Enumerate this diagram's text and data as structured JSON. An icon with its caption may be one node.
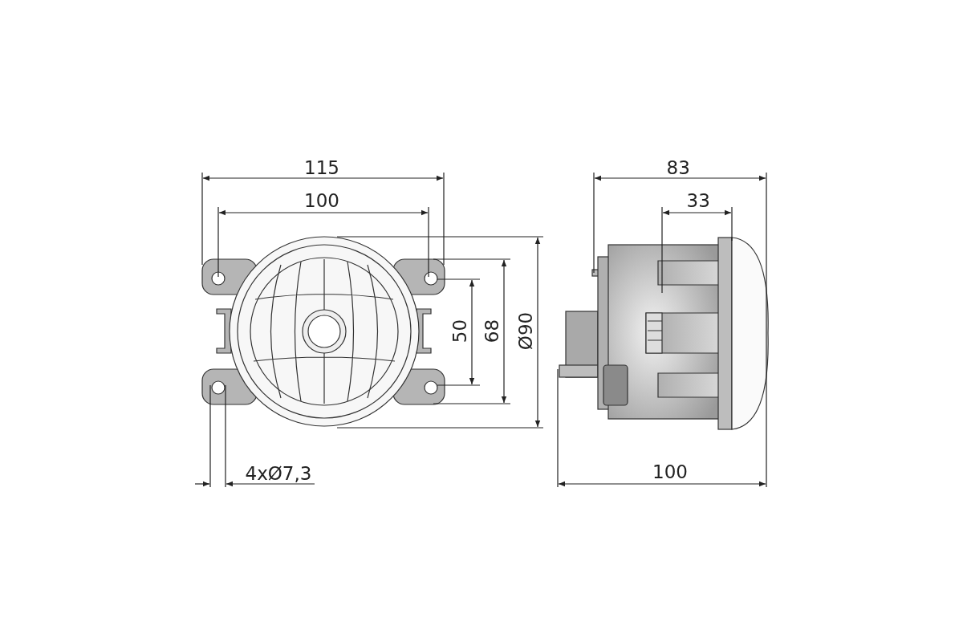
{
  "diagram": {
    "labels": [
      "115",
      "83",
      "100",
      "33",
      "50",
      "68",
      "Ø90",
      "4xØ7,3",
      "100"
    ]
  }
}
